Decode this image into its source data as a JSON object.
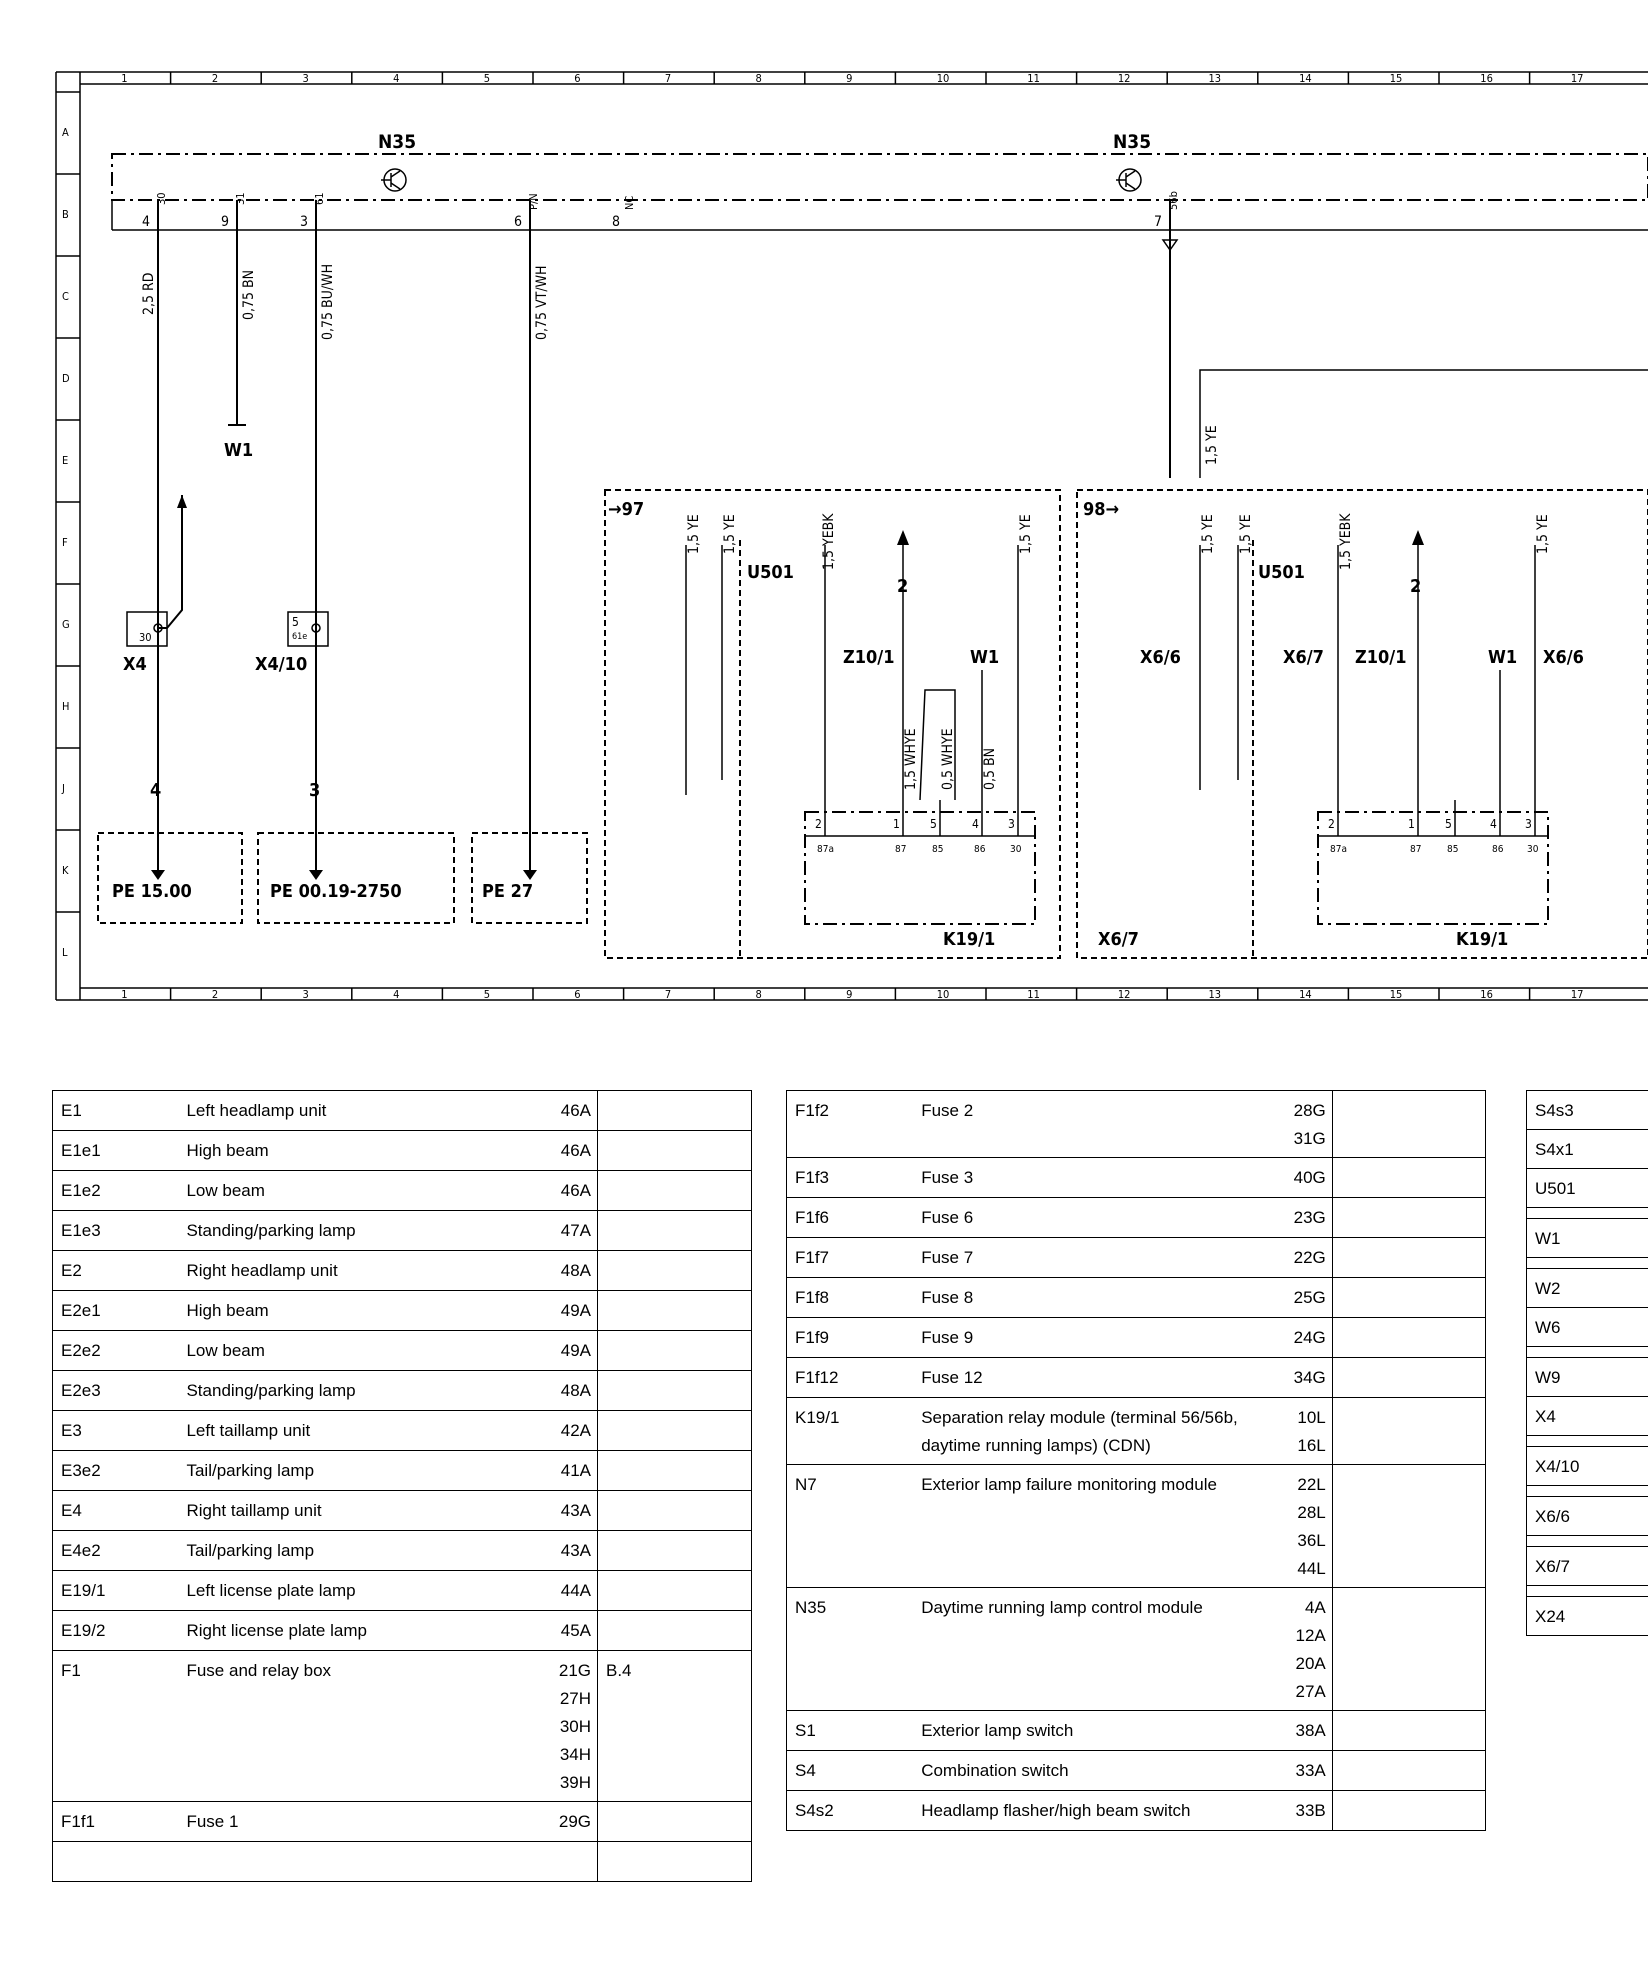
{
  "grid": {
    "columns": [
      "1",
      "2",
      "3",
      "4",
      "5",
      "6",
      "7",
      "8",
      "9",
      "10",
      "11",
      "12",
      "13",
      "14",
      "15",
      "16",
      "17"
    ],
    "rows": [
      "A",
      "B",
      "C",
      "D",
      "E",
      "F",
      "G",
      "H",
      "J",
      "K",
      "L"
    ]
  },
  "diagram": {
    "module_label": "N35",
    "module_pins": [
      {
        "num": "4",
        "term": "30"
      },
      {
        "num": "9",
        "term": "31"
      },
      {
        "num": "3",
        "term": "61"
      },
      {
        "num": "6",
        "term": "P/N"
      },
      {
        "num": "8",
        "term": "NC"
      },
      {
        "num": "7",
        "term": "56b"
      }
    ],
    "wires": {
      "w1": "2,5 RD",
      "w2": "0,75 BN",
      "w3": "0,75 BU/WH",
      "w4": "0,75 VT/WH",
      "w5": "1,5 YE"
    },
    "ground_label": "W1",
    "connectors": {
      "x4": "X4",
      "x4_10": "X4/10",
      "x4_pin": "30",
      "x4_10_pin_top": "5",
      "x4_10_pin_bot": "61e"
    },
    "wire_numbers": {
      "n4": "4",
      "n3": "3"
    },
    "refs": {
      "pe1": "PE 15.00",
      "pe2": "PE 00.19-2750",
      "pe3": "PE 27"
    },
    "box97": "→97",
    "box98": "98→",
    "u501": "U501",
    "z10": "Z10/1",
    "z10_num": "2",
    "w1": "W1",
    "x6_6": "X6/6",
    "x6_7": "X6/7",
    "k19": "K19/1",
    "box_wires": {
      "ye": "1,5 YE",
      "yebk": "1,5 YEBK",
      "whye": "1,5 WHYE",
      "whye05": "0,5 WHYE",
      "bn05": "0,5 BN"
    },
    "relay_pins": [
      "2",
      "1",
      "5",
      "4",
      "3"
    ],
    "relay_terms": [
      "87a",
      "87",
      "85",
      "86",
      "30"
    ]
  },
  "legend1": [
    {
      "code": "E1",
      "desc": "Left headlamp unit",
      "ref": "46A",
      "extra": ""
    },
    {
      "code": "E1e1",
      "desc": "High beam",
      "ref": "46A",
      "extra": ""
    },
    {
      "code": "E1e2",
      "desc": "Low beam",
      "ref": "46A",
      "extra": ""
    },
    {
      "code": "E1e3",
      "desc": "Standing/parking lamp",
      "ref": "47A",
      "extra": ""
    },
    {
      "code": "E2",
      "desc": "Right headlamp unit",
      "ref": "48A",
      "extra": ""
    },
    {
      "code": "E2e1",
      "desc": "High beam",
      "ref": "49A",
      "extra": ""
    },
    {
      "code": "E2e2",
      "desc": "Low beam",
      "ref": "49A",
      "extra": ""
    },
    {
      "code": "E2e3",
      "desc": "Standing/parking lamp",
      "ref": "48A",
      "extra": ""
    },
    {
      "code": "E3",
      "desc": "Left taillamp unit",
      "ref": "42A",
      "extra": ""
    },
    {
      "code": "E3e2",
      "desc": "Tail/parking lamp",
      "ref": "41A",
      "extra": ""
    },
    {
      "code": "E4",
      "desc": "Right taillamp unit",
      "ref": "43A",
      "extra": ""
    },
    {
      "code": "E4e2",
      "desc": "Tail/parking lamp",
      "ref": "43A",
      "extra": ""
    },
    {
      "code": "E19/1",
      "desc": "Left license plate lamp",
      "ref": "44A",
      "extra": ""
    },
    {
      "code": "E19/2",
      "desc": "Right license plate lamp",
      "ref": "45A",
      "extra": ""
    },
    {
      "code": "F1",
      "desc": "Fuse and relay box",
      "ref": "21G\n27H\n30H\n34H\n39H",
      "extra": "B.4"
    },
    {
      "code": "F1f1",
      "desc": "Fuse 1",
      "ref": "29G",
      "extra": ""
    },
    {
      "code": "",
      "desc": "",
      "ref": "",
      "extra": ""
    }
  ],
  "legend2": [
    {
      "code": "F1f2",
      "desc": "Fuse 2",
      "ref": "28G\n31G",
      "extra": ""
    },
    {
      "code": "F1f3",
      "desc": "Fuse 3",
      "ref": "40G",
      "extra": ""
    },
    {
      "code": "F1f6",
      "desc": "Fuse 6",
      "ref": "23G",
      "extra": ""
    },
    {
      "code": "F1f7",
      "desc": "Fuse 7",
      "ref": "22G",
      "extra": ""
    },
    {
      "code": "F1f8",
      "desc": "Fuse 8",
      "ref": "25G",
      "extra": ""
    },
    {
      "code": "F1f9",
      "desc": "Fuse 9",
      "ref": "24G",
      "extra": ""
    },
    {
      "code": "F1f12",
      "desc": "Fuse 12",
      "ref": "34G",
      "extra": ""
    },
    {
      "code": "K19/1",
      "desc": "Separation relay module (terminal 56/56b, daytime running lamps) (CDN)",
      "ref": "10L\n16L",
      "extra": ""
    },
    {
      "code": "N7",
      "desc": "Exterior lamp failure monitoring module",
      "ref": "22L\n28L\n36L\n44L",
      "extra": ""
    },
    {
      "code": "N35",
      "desc": "Daytime running lamp control module",
      "ref": "4A\n12A\n20A\n27A",
      "extra": ""
    },
    {
      "code": "S1",
      "desc": "Exterior lamp switch",
      "ref": "38A",
      "extra": ""
    },
    {
      "code": "S4",
      "desc": "Combination switch",
      "ref": "33A",
      "extra": ""
    },
    {
      "code": "S4s2",
      "desc": "Headlamp flasher/high beam switch",
      "ref": "33B",
      "extra": ""
    }
  ],
  "legend3": [
    "S4s3",
    "S4x1",
    "U501",
    "",
    "W1",
    "",
    "W2",
    "W6",
    "",
    "W9",
    "X4",
    "",
    "X4/10",
    "",
    "X6/6",
    "",
    "X6/7",
    "",
    "X24"
  ]
}
